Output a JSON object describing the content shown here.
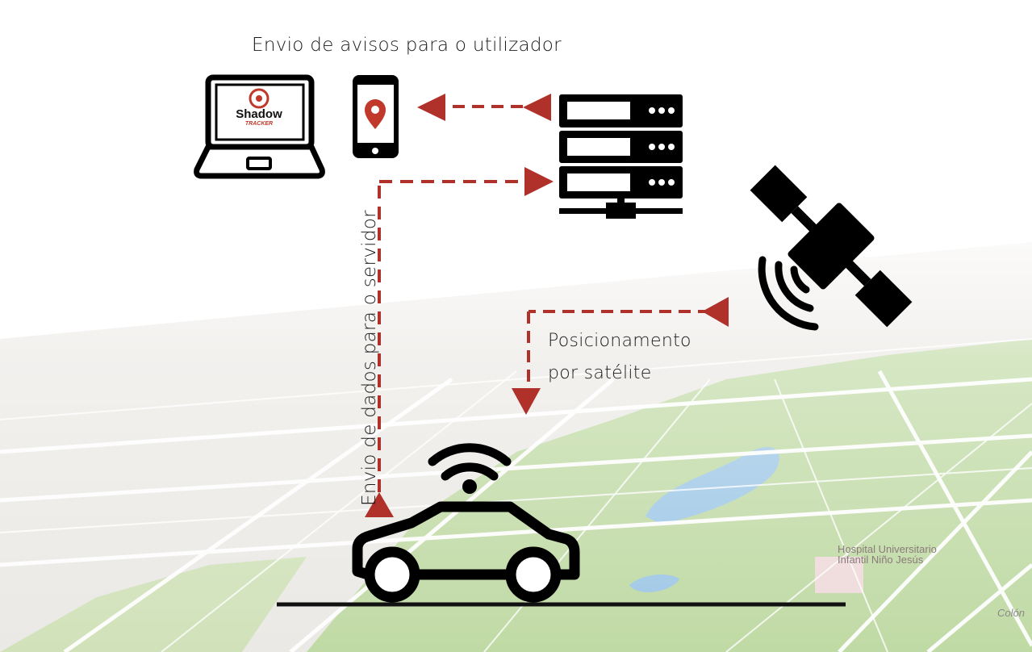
{
  "labels": {
    "user_alerts": "Envio de avisos para o utilizador",
    "data_to_server": "Envio de dados para o servidor",
    "satellite_positioning_line1": "Posicionamento",
    "satellite_positioning_line2": "por satélite"
  },
  "laptop_logo": {
    "line1": "Shadow",
    "line2": "TRACKER"
  },
  "map": {
    "hospital": "Hospital Universitario Infantil Niño Jesús",
    "street": "Colón"
  },
  "colors": {
    "arrow": "#b0302a",
    "icon": "#000000",
    "park_green": "#b9d79a",
    "water_blue": "#9ec7e6",
    "map_gray": "#eceae6"
  },
  "icons": [
    "laptop-icon",
    "smartphone-location-icon",
    "server-rack-icon",
    "satellite-icon",
    "connected-car-icon",
    "wifi-signal-icon"
  ]
}
